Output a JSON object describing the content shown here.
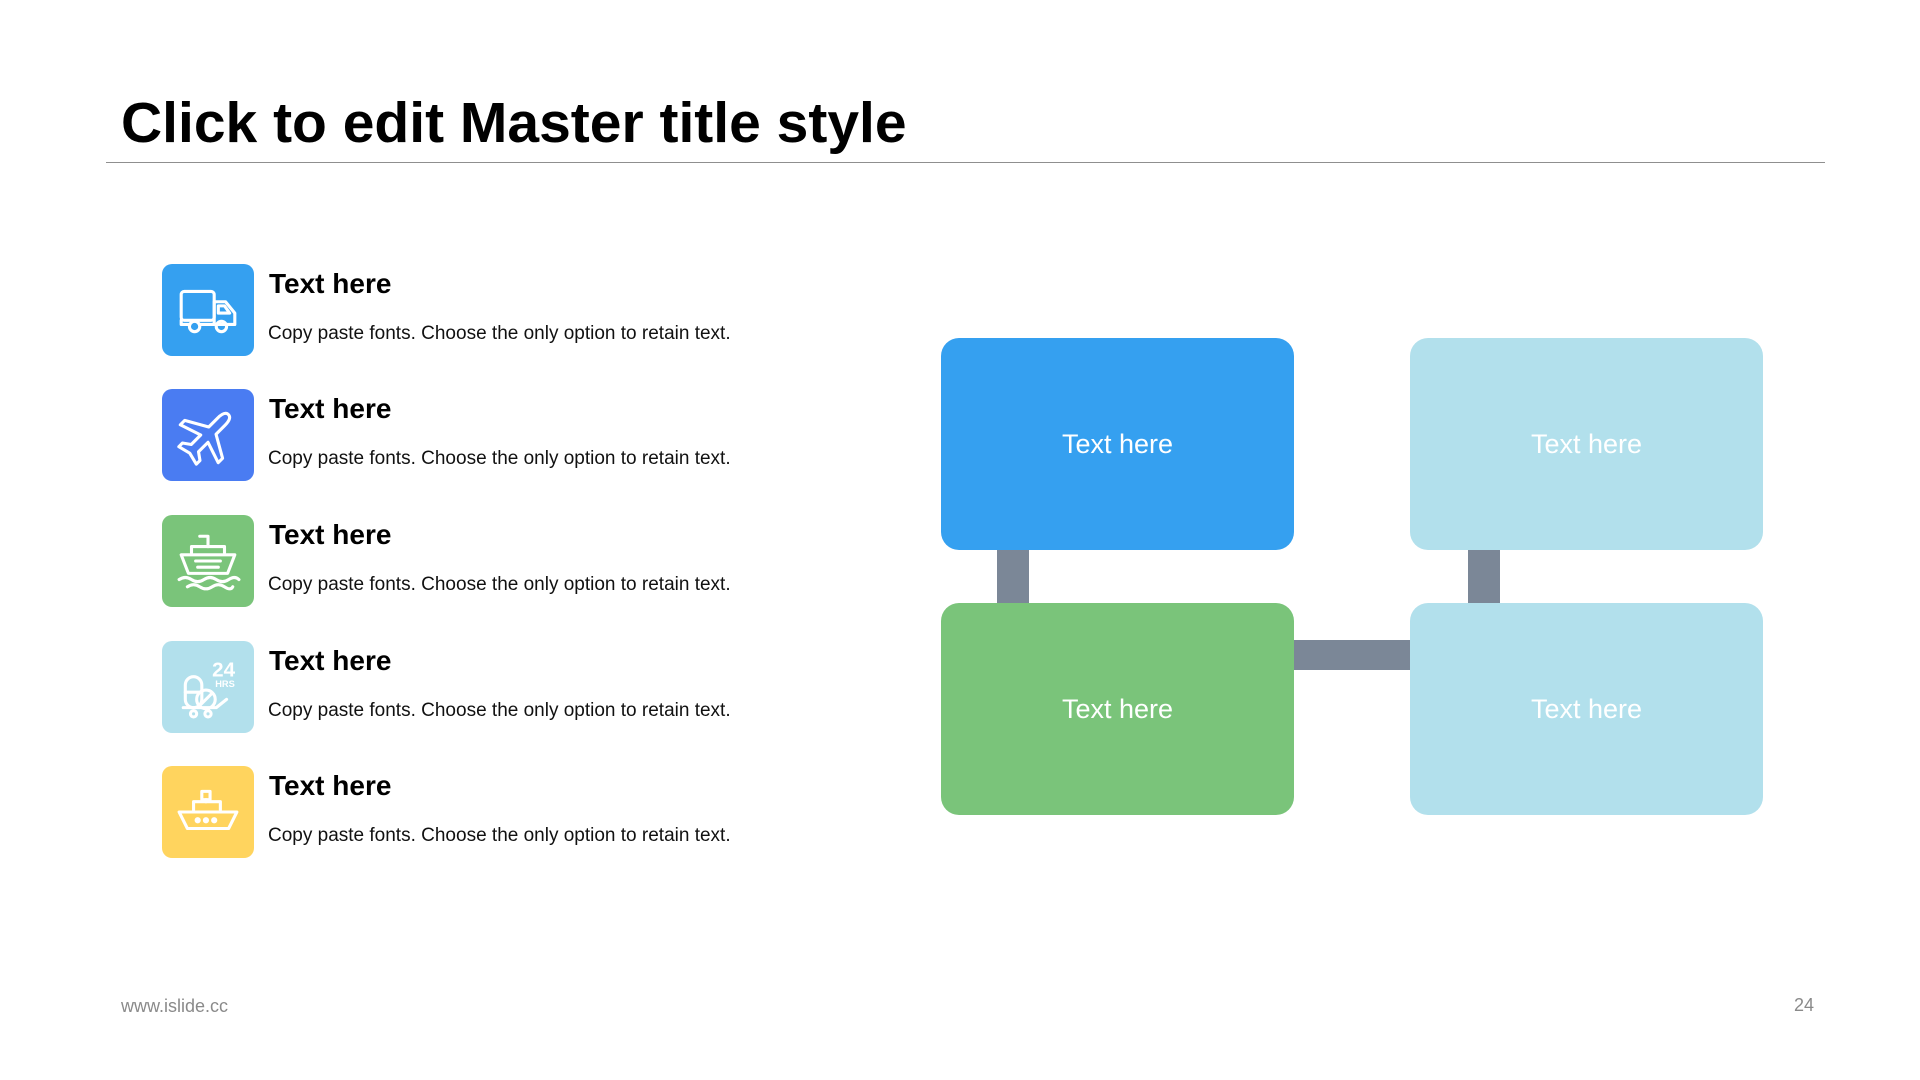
{
  "slide": {
    "title": "Click to edit Master title style",
    "footer_url": "www.islide.cc",
    "page_number": "24"
  },
  "features": [
    {
      "title": "Text here",
      "description": "Copy paste fonts. Choose the only option to retain text.",
      "icon": "truck-icon",
      "color": "#35A0F0"
    },
    {
      "title": "Text here",
      "description": "Copy paste fonts. Choose the only option to retain text.",
      "icon": "airplane-icon",
      "color": "#4A7CF2"
    },
    {
      "title": "Text here",
      "description": "Copy paste fonts. Choose the only option to retain text.",
      "icon": "ship-icon",
      "color": "#7AC47A"
    },
    {
      "title": "Text here",
      "description": "Copy paste fonts. Choose the only option to retain text.",
      "icon": "24hrs-delivery-icon",
      "color": "#B2E0EC"
    },
    {
      "title": "Text here",
      "description": "Copy paste fonts. Choose the only option to retain text.",
      "icon": "boat-icon",
      "color": "#FFD45E"
    }
  ],
  "diagram": {
    "boxes": [
      {
        "label": "Text here",
        "color": "#35A0F0"
      },
      {
        "label": "Text here",
        "color": "#B2E0EC"
      },
      {
        "label": "Text here",
        "color": "#7AC47A"
      },
      {
        "label": "Text here",
        "color": "#B2E0EC"
      }
    ],
    "connector_color": "#7B8797"
  }
}
